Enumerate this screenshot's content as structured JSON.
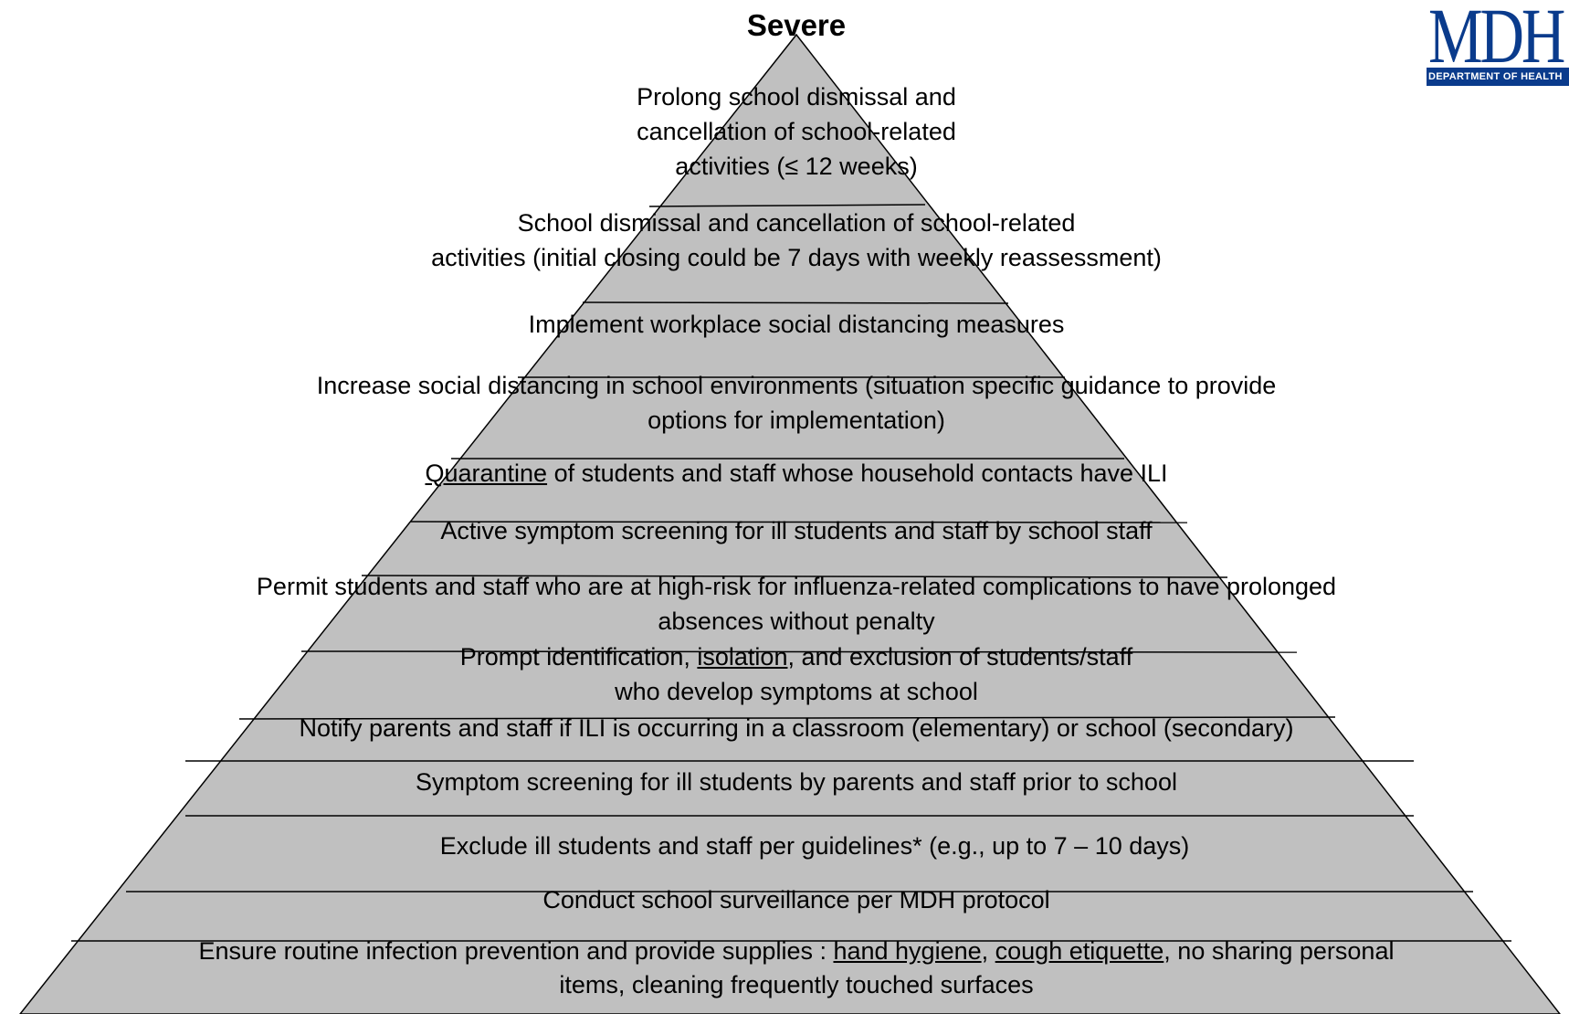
{
  "title": "Severe",
  "colors": {
    "pyramid_fill": "#c0c0c0",
    "line": "#000000",
    "logo_blue": "#0a3b8c"
  },
  "logo": {
    "letters": "MDH",
    "subtitle": "DEPARTMENT OF HEALTH"
  },
  "tiers": [
    {
      "lines": [
        [
          "Prolong school dismissal and"
        ],
        [
          "cancellation of school-related"
        ],
        [
          "activities (≤ 12 weeks)"
        ]
      ]
    },
    {
      "lines": [
        [
          "School dismissal and cancellation of school-related"
        ],
        [
          "activities (initial closing could be 7 days with weekly reassessment)"
        ]
      ]
    },
    {
      "lines": [
        [
          "Implement workplace social distancing measures"
        ]
      ]
    },
    {
      "lines": [
        [
          "Increase social distancing in school environments (situation specific guidance to provide"
        ],
        [
          "options for implementation)"
        ]
      ]
    },
    {
      "lines": [
        [
          {
            "u": "Quarantine"
          },
          " of students and staff whose household contacts have ILI"
        ]
      ]
    },
    {
      "lines": [
        [
          "Active symptom screening for ill students and staff by school staff"
        ]
      ]
    },
    {
      "lines": [
        [
          "Permit students and staff who are at high-risk for influenza-related complications to have prolonged"
        ],
        [
          "absences without penalty"
        ]
      ]
    },
    {
      "lines": [
        [
          "Prompt identification, ",
          {
            "u": "isolation"
          },
          ", and exclusion of students/staff"
        ],
        [
          "who develop symptoms at school"
        ]
      ]
    },
    {
      "lines": [
        [
          "Notify parents and staff if ILI is occurring in a classroom (elementary) or school (secondary)"
        ]
      ]
    },
    {
      "lines": [
        [
          "Symptom screening for ill students by parents and staff prior to school"
        ]
      ]
    },
    {
      "lines": [
        [
          "Exclude ill students and staff per guidelines*  (e.g., up to 7 – 10 days)"
        ]
      ]
    },
    {
      "lines": [
        [
          "Conduct school surveillance per MDH protocol"
        ]
      ]
    },
    {
      "lines": [
        [
          "Ensure routine infection prevention and provide supplies : ",
          {
            "u": "hand hygiene"
          },
          ", ",
          {
            "u": "cough etiquette"
          },
          ", no sharing personal"
        ],
        [
          "items, cleaning frequently touched surfaces"
        ]
      ]
    }
  ]
}
